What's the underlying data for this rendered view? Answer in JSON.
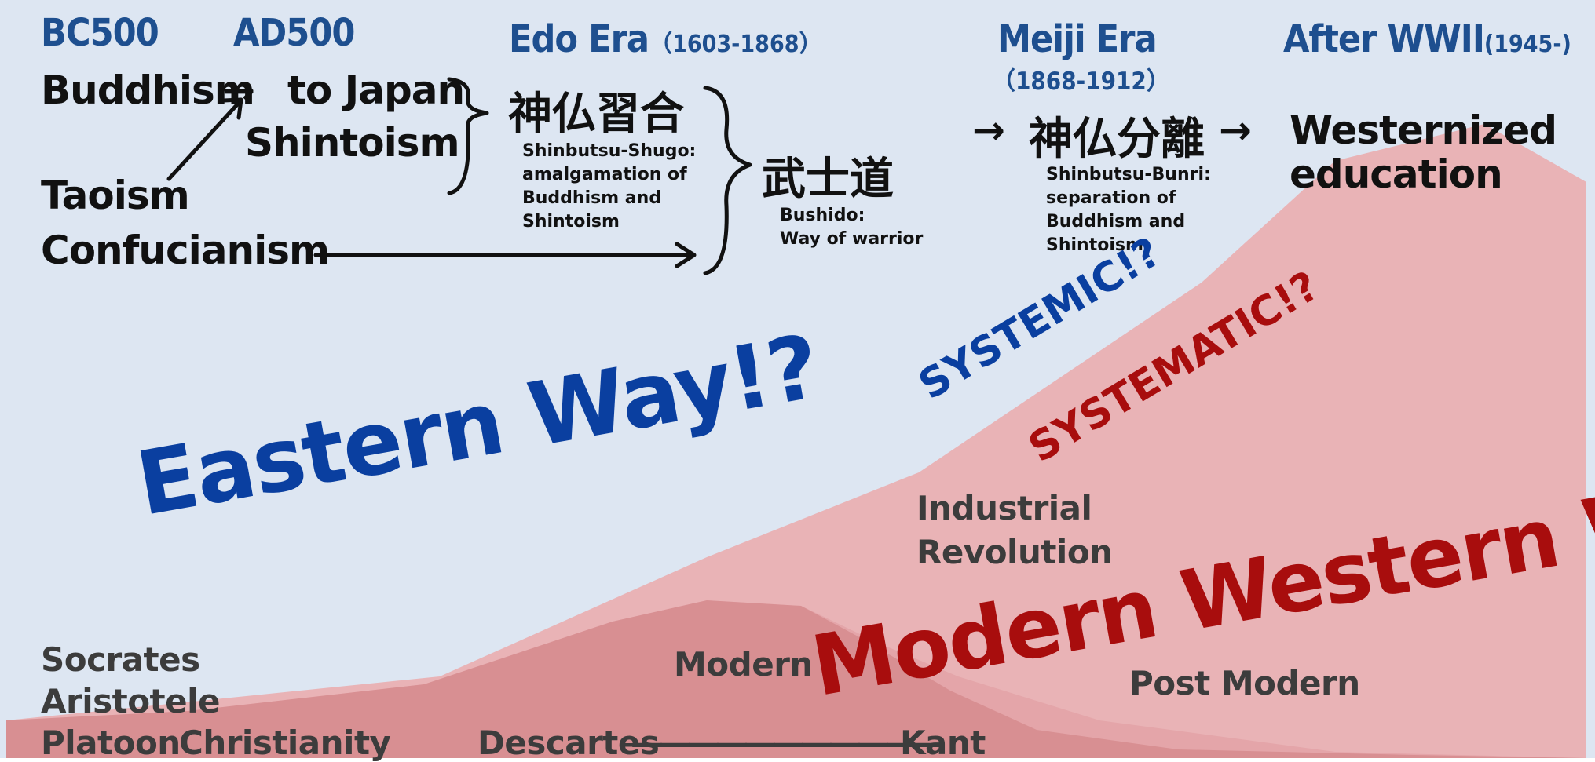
{
  "colors": {
    "background": "#dde6f2",
    "western_light": "#e9b3b6",
    "western_mid": "#e4a5a9",
    "western_dark": "#d88f92",
    "eastern_text": "#0a3fa0",
    "western_text": "#a80d0d",
    "era_text": "#1e4f8f",
    "grey_text": "#3c3c3c"
  },
  "eras": {
    "bc500": "BC500",
    "ad500": "AD500",
    "edo_name": "Edo Era",
    "edo_years": "（1603-1868）",
    "meiji_name": "Meiji Era",
    "meiji_years": "（1868-1912）",
    "wwii_name": "After WWII",
    "wwii_years": "(1945-)"
  },
  "religions": {
    "buddhism": "Buddhism",
    "to_japan": "to Japan",
    "shintoism": "Shintoism",
    "taoism": "Taoism",
    "confucianism": "Confucianism"
  },
  "concepts": {
    "shinbutsu_shugo_kanji": "神仏習合",
    "shinbutsu_shugo_note": "Shinbutsu-Shugo:\namalgamation of\nBuddhism and\nShintoism",
    "bushido_kanji": "武士道",
    "bushido_note": "Bushido:\nWay of warrior",
    "shinbutsu_bunri_kanji": "神仏分離",
    "shinbutsu_bunri_note": "Shinbutsu-Bunri:\nseparation of\nBuddhism and\nShintoism",
    "westernized_education": "Westernized\neducation"
  },
  "slogans": {
    "eastern_way": "Eastern Way!?",
    "modern_western_way": "Modern Western Way!?",
    "systemic": "SYSTEMIC!?",
    "systematic": "SYSTEMATIC!?"
  },
  "western_history": {
    "industrial_revolution": "Industrial\nRevolution",
    "modern": "Modern",
    "post_modern": "Post Modern",
    "philosophers": "Socrates\nAristotele",
    "platoon": "Platoon",
    "christianity": "Christianity",
    "descartes": "Descartes",
    "dash_line": "———————————",
    "kant": "Kant"
  },
  "arrow_glyph": "→"
}
